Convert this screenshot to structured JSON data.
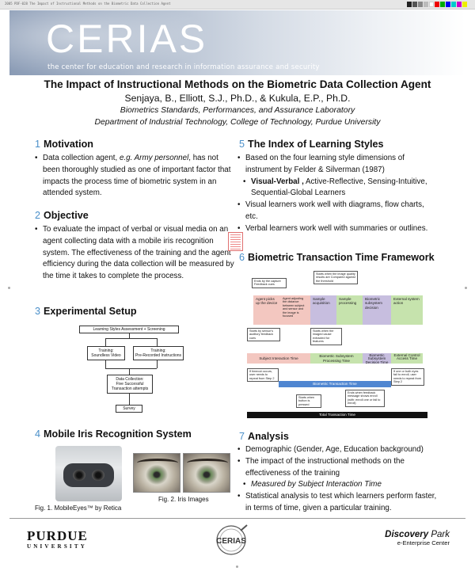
{
  "header": {
    "strip_text": "2005 PDF-028 The Impact of Instructional Methods on the Biometric Data Collection Agent",
    "logo_text": "CERIAS",
    "tagline": "the center for education and research in information assurance and security"
  },
  "title": {
    "main": "The Impact of Instructional Methods on the Biometric Data Collection Agent",
    "authors": "Senjaya, B., Elliott, S.J., Ph.D., & Kukula, E.P., Ph.D.",
    "lab": "Biometrics Standards, Performances, and Assurance Laboratory",
    "dept": "Department of Industrial Technology, College of Technology, Purdue University"
  },
  "sections": {
    "s1": {
      "num": "1",
      "title": "Motivation",
      "b1_a": "Data collection agent, ",
      "b1_em": "e.g. Army personnel",
      "b1_b": ", has not been thoroughly studied as one of important factor that impacts the process time of biometric system in an attended system."
    },
    "s2": {
      "num": "2",
      "title": "Objective",
      "b1": "To evaluate the impact of verbal or visual media on an agent collecting data with a mobile iris recognition system. The effectiveness of the training and the agent efficiency during the data collection will be measured by the time it takes to complete the process."
    },
    "s3": {
      "num": "3",
      "title": "Experimental Setup",
      "flow": {
        "top": "Learning Styles Assessment + Screening",
        "left": "Training:\nSoundless Video",
        "right": "Training:\nPre-Recorded Instructions",
        "mid": "Data Collection:\nFive Successful\nTransaction attempts",
        "end": "Survey"
      }
    },
    "s4": {
      "num": "4",
      "title": "Mobile Iris Recognition System",
      "fig1": "Fig. 1. MobileEyes™ by Retica",
      "fig2": "Fig. 2. Iris Images"
    },
    "s5": {
      "num": "5",
      "title": "The Index of Learning Styles",
      "b1": "Based on the four learning style dimensions of instrument by Felder & Silverman (1987)",
      "b2_strong": "Visual-Verbal ,",
      "b2_rest": " Active-Reflective, Sensing-Intuitive, Sequential-Global Learners",
      "b3": "Visual learners work well with diagrams, flow charts, etc.",
      "b4": "Verbal learners work well with summaries or outlines."
    },
    "s6": {
      "num": "6",
      "title": "Biometric Transaction Time Framework",
      "stages": [
        "Agent picks up the device",
        "Agent adjusting the distance between subject and sensor and the image is focused",
        "Sample acquisition",
        "Sample processing",
        "Biometric subsystem decision",
        "External system action"
      ],
      "callouts": {
        "c1": "Ends by the capture Feedback cues",
        "c2": "Starts when the image quality results are Compared against the threshold",
        "c3": "Starts by sensor's auditory feedback cues",
        "c4": "Starts when the imaged cause extracted for features",
        "c5": "If timeout occurs, user needs to repeat from Step 2",
        "c6": "If one or both eyes fail to enroll, user needs to repeat from Step 2",
        "c7": "Starts when button is pressed",
        "c8": "Ends when feedback message shows enroll (with: enroll one or fail to enroll)"
      },
      "bars": {
        "interaction": "Subject Interaction Time",
        "processing": "Biometric Subsystem Processing Time",
        "decision": "Biometric Subsystem Decision Time",
        "access": "External Control Access Time",
        "transaction": "Biometric Transaction Time",
        "total": "Total Transaction Time"
      }
    },
    "s7": {
      "num": "7",
      "title": "Analysis",
      "b1": "Demographic (Gender, Age, Education background)",
      "b2": "The impact of the instructional methods on the effectiveness of the training",
      "b3": "Measured by Subject Interaction Time",
      "b4": "Statistical analysis to test which learners perform faster, in terms of time, given a particular training."
    }
  },
  "footer": {
    "purdue_1": "PURDUE",
    "purdue_2": "UNIVERSITY",
    "cerias_small": "CERIAS",
    "discovery_1": "Discovery",
    "discovery_2": "Park",
    "discovery_sub": "e-Enterprise Center"
  },
  "colors": {
    "section_number": "#4a8fc9",
    "stage_pink": "#f3c7c0",
    "stage_purple": "#c7bedf",
    "stage_green": "#c6e3ad",
    "bar_blue": "#4f86d1"
  }
}
